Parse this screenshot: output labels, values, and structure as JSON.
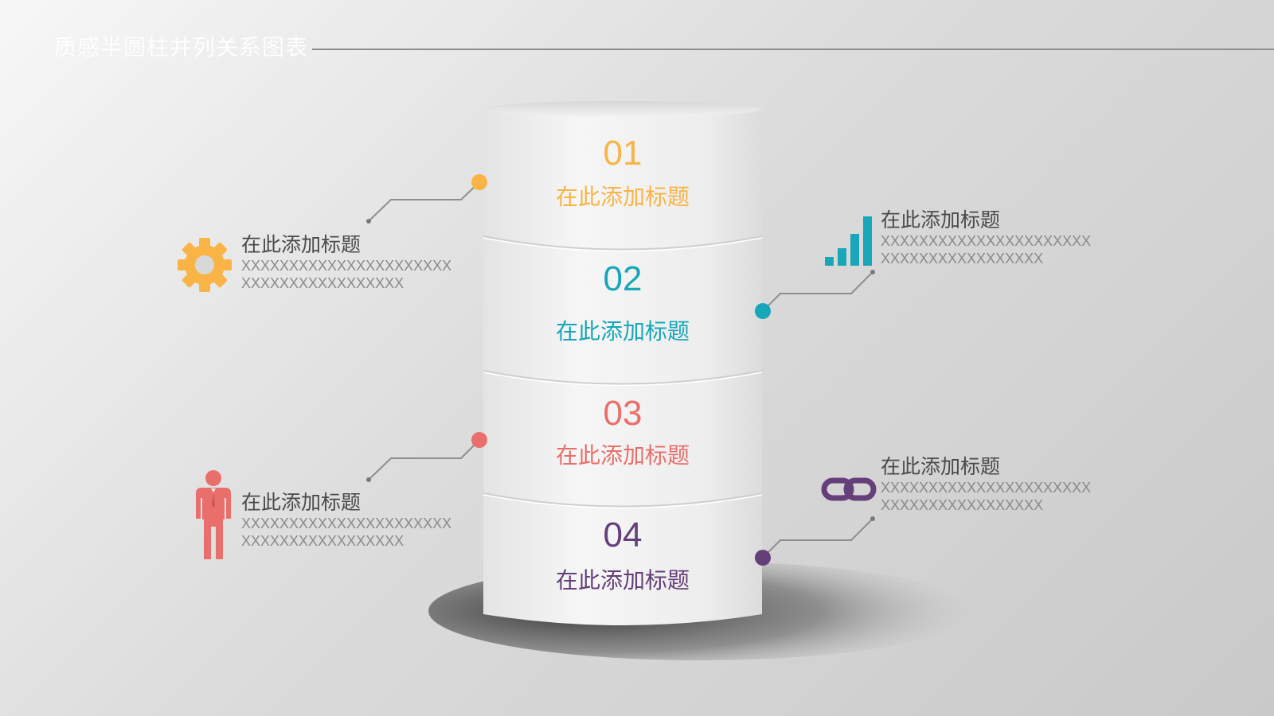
{
  "title": "质感半圆柱并列关系图表",
  "colors": {
    "orange": "#f9b445",
    "teal": "#17a7b9",
    "red": "#e86f6b",
    "purple": "#653f79",
    "text_dark": "#4a4a4a",
    "text_gray": "#8a8a8a"
  },
  "cylinder": {
    "segments": [
      {
        "number": "01",
        "label": "在此添加标题",
        "color": "#f9b445"
      },
      {
        "number": "02",
        "label": "在此添加标题",
        "color": "#17a7b9"
      },
      {
        "number": "03",
        "label": "在此添加标题",
        "color": "#e86f6b"
      },
      {
        "number": "04",
        "label": "在此添加标题",
        "color": "#653f79"
      }
    ]
  },
  "callouts": [
    {
      "title": "在此添加标题",
      "line1": "XXXXXXXXXXXXXXXXXXXXXX",
      "line2": "XXXXXXXXXXXXXXXXX",
      "icon": "gear-icon",
      "color": "#f9b445"
    },
    {
      "title": "在此添加标题",
      "line1": "XXXXXXXXXXXXXXXXXXXXXX",
      "line2": "XXXXXXXXXXXXXXXXX",
      "icon": "bar-signal-icon",
      "color": "#17a7b9"
    },
    {
      "title": "在此添加标题",
      "line1": "XXXXXXXXXXXXXXXXXXXXXX",
      "line2": "XXXXXXXXXXXXXXXXX",
      "icon": "person-icon",
      "color": "#e86f6b"
    },
    {
      "title": "在此添加标题",
      "line1": "XXXXXXXXXXXXXXXXXXXXXX",
      "line2": "XXXXXXXXXXXXXXXXX",
      "icon": "link-icon",
      "color": "#653f79"
    }
  ]
}
